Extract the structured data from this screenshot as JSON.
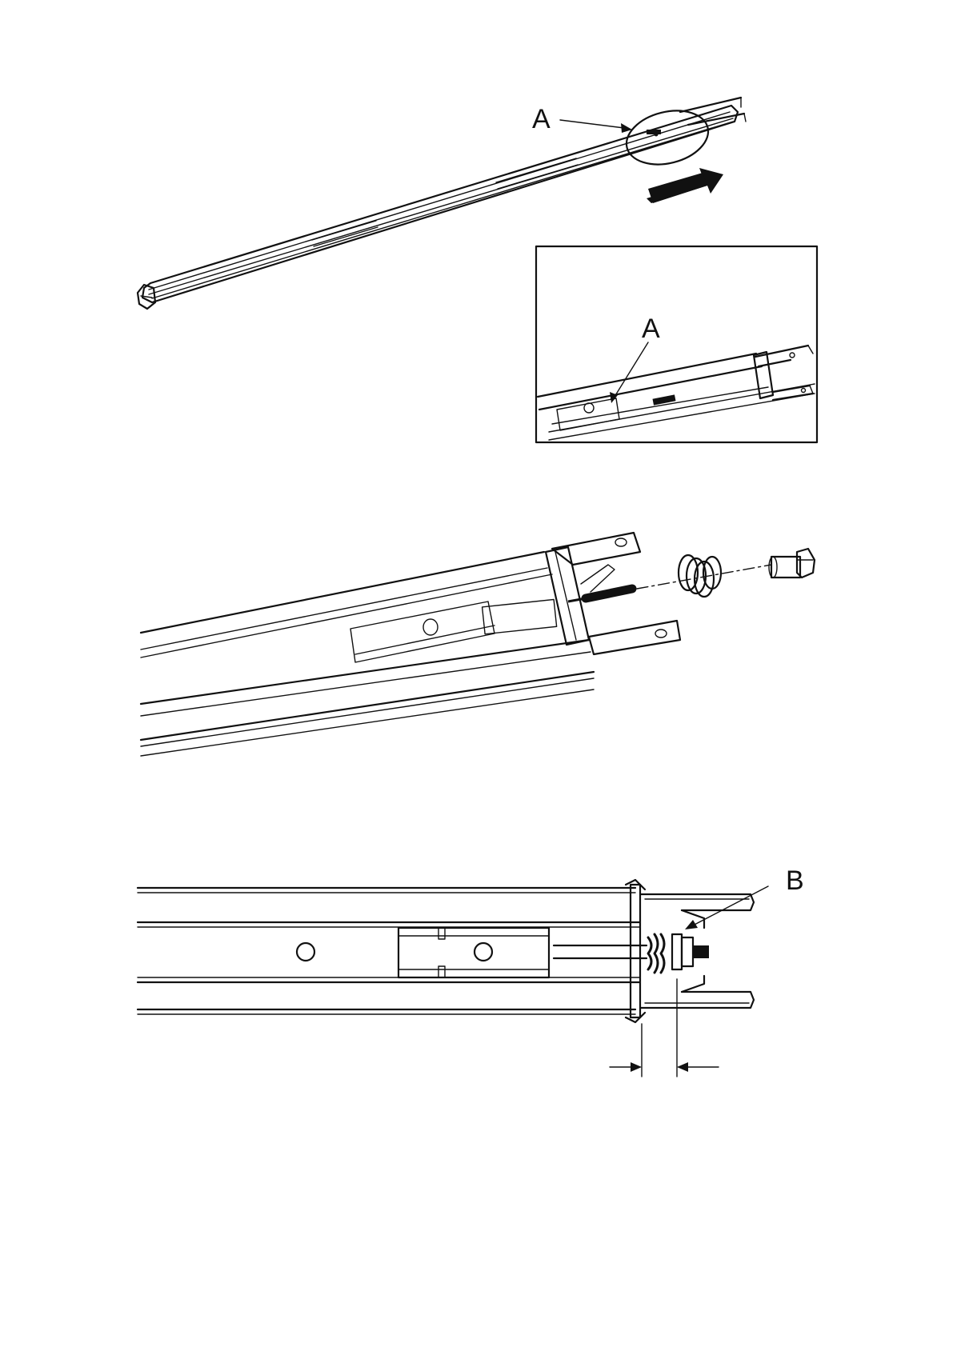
{
  "colors": {
    "line": "#111111",
    "background": "#ffffff"
  },
  "figure1": {
    "callout_main": "A",
    "callout_inset": "A",
    "arrow_icon": "slide-direction-arrow-icon"
  },
  "figure2": {
    "parts": [
      "threaded-rod",
      "spring",
      "nut"
    ]
  },
  "figure3": {
    "callout": "B"
  }
}
